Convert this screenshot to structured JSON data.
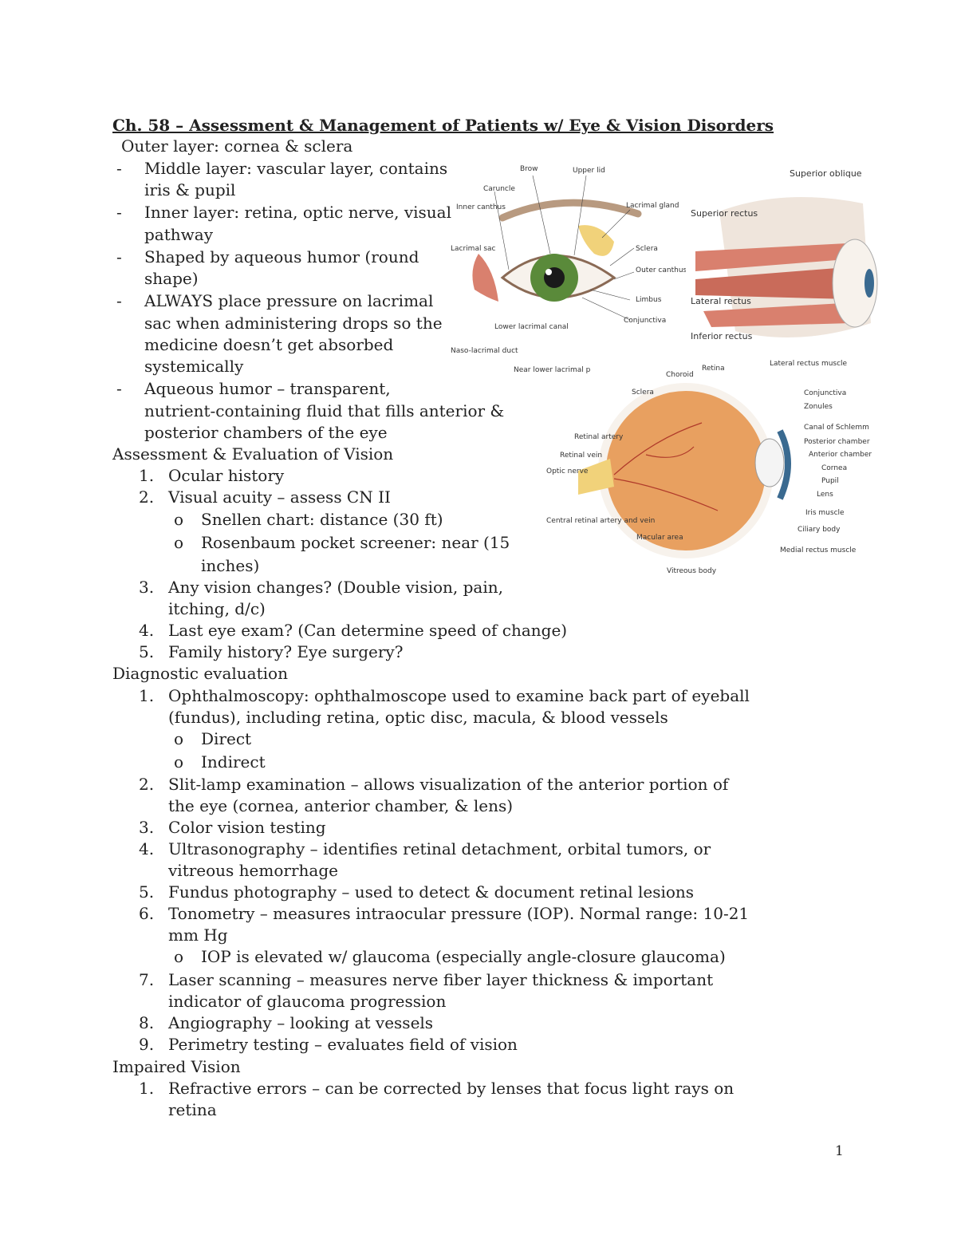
{
  "title": "Ch. 58 – Assessment & Management of Patients w/ Eye & Vision Disorders",
  "intro": "Outer layer: cornea & sclera",
  "layers": [
    [
      "Middle layer: vascular layer, contains",
      "iris & pupil"
    ],
    [
      "Inner layer: retina, optic nerve, visual",
      "pathway"
    ],
    [
      "Shaped by aqueous humor (round",
      "shape)"
    ],
    [
      "ALWAYS place pressure on lacrimal",
      "sac when administering drops so the",
      "medicine doesn’t get absorbed",
      "systemically"
    ],
    [
      "Aqueous humor – transparent,",
      "nutrient-containing fluid that fills anterior &",
      "posterior chambers of the eye"
    ]
  ],
  "sec1": {
    "heading": "Assessment & Evaluation of Vision",
    "items": [
      {
        "n": "1.",
        "lines": [
          "Ocular history"
        ]
      },
      {
        "n": "2.",
        "lines": [
          "Visual acuity – assess CN II"
        ]
      },
      {
        "n": "3.",
        "lines": [
          "Any vision changes? (Double vision, pain,",
          "itching, d/c)"
        ]
      },
      {
        "n": "4.",
        "lines": [
          "Last eye exam? (Can determine speed of change)"
        ]
      },
      {
        "n": "5.",
        "lines": [
          "Family history? Eye surgery?"
        ]
      }
    ],
    "sub": [
      [
        "Snellen chart: distance (30 ft)"
      ],
      [
        "Rosenbaum pocket screener: near (15",
        "inches)"
      ]
    ]
  },
  "sec2": {
    "heading": "Diagnostic evaluation",
    "items": [
      {
        "n": "1.",
        "lines": [
          "Ophthalmoscopy: ophthalmoscope used to examine back part of eyeball",
          "(fundus), including retina, optic disc, macula, & blood vessels"
        ]
      },
      {
        "n": "2.",
        "lines": [
          "Slit-lamp examination – allows visualization of the anterior portion of",
          "the eye (cornea, anterior chamber, & lens)"
        ]
      },
      {
        "n": "3.",
        "lines": [
          "Color vision testing"
        ]
      },
      {
        "n": "4.",
        "lines": [
          "Ultrasonography – identifies retinal detachment, orbital tumors, or",
          "vitreous hemorrhage"
        ]
      },
      {
        "n": "5.",
        "lines": [
          "Fundus photography – used to detect & document retinal lesions"
        ]
      },
      {
        "n": "6.",
        "lines": [
          "Tonometry – measures intraocular pressure (IOP). Normal range: 10-21",
          "mm Hg"
        ]
      },
      {
        "n": "7.",
        "lines": [
          "Laser scanning – measures nerve fiber layer thickness & important",
          "indicator of glaucoma progression"
        ]
      },
      {
        "n": "8.",
        "lines": [
          "Angiography – looking at vessels"
        ]
      },
      {
        "n": "9.",
        "lines": [
          "Perimetry testing – evaluates field of vision"
        ]
      }
    ],
    "sub_ophth": [
      "Direct",
      "Indirect"
    ],
    "sub_tono": "IOP is elevated w/ glaucoma (especially angle-closure glaucoma)"
  },
  "sec3": {
    "heading": "Impaired Vision",
    "items": [
      {
        "n": "1.",
        "lines": [
          "Refractive errors – can be corrected by lenses that focus light rays on",
          "retina"
        ]
      }
    ]
  },
  "bullet_dash": "-",
  "bullet_o": "o",
  "page_number": "1",
  "figures": {
    "external_eye": {
      "labels": [
        "Brow",
        "Upper lid",
        "Caruncle",
        "Inner canthus",
        "Lacrimal gland",
        "Lacrimal sac",
        "Sclera",
        "Outer canthus",
        "Limbus",
        "Conjunctiva",
        "Lower lacrimal canal",
        "Naso-lacrimal duct",
        "Near lower lacrimal p"
      ]
    },
    "muscles": {
      "labels": [
        "Superior oblique",
        "Superior rectus",
        "Lateral rectus",
        "Inferior rectus"
      ]
    },
    "cross_section": {
      "labels": [
        "Lateral rectus muscle",
        "Choroid",
        "Retina",
        "Sclera",
        "Conjunctiva",
        "Zonules",
        "Canal of Schlemm",
        "Posterior chamber",
        "Anterior chamber",
        "Retinal artery",
        "Retinal vein",
        "Optic nerve",
        "Cornea",
        "Pupil",
        "Lens",
        "Iris muscle",
        "Central retinal artery and vein",
        "Ciliary body",
        "Macular area",
        "Medial rectus muscle",
        "Vitreous body"
      ]
    },
    "colors": {
      "iris": "#5a8a3a",
      "muscle": "#d9806e",
      "eyeball": "#e8a060",
      "gland": "#f1d27a",
      "sclera": "#f7f2ec"
    }
  }
}
